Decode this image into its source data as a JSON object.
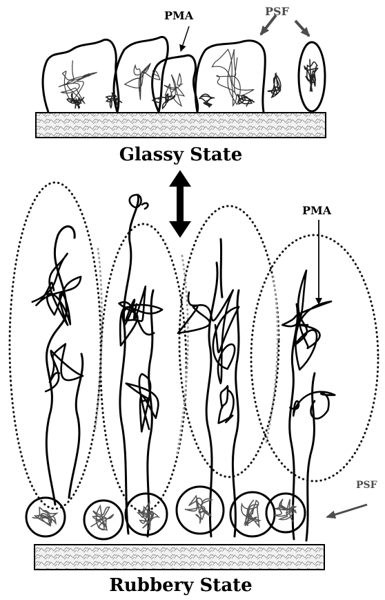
{
  "top_panel": {
    "pma_label": "PMA",
    "psf_label": "PSF",
    "state_label": "Glassy State"
  },
  "bottom_panel": {
    "pma_label": "PMA",
    "psf_label": "PSF",
    "state_label": "Rubbery State"
  },
  "colors": {
    "ink": "#000000",
    "psf_coil": "#555555",
    "dotted_envelope": "#111111",
    "dotted_envelope_light": "#9a9a9a",
    "psf_arrow": "#4d4d4d",
    "substrate_fill": "#f2f2f2",
    "substrate_hatch": "#8a8a8a"
  },
  "icons": {
    "transition_arrow": "double-headed-arrow-icon",
    "psf_pointer": "arrow-icon"
  }
}
